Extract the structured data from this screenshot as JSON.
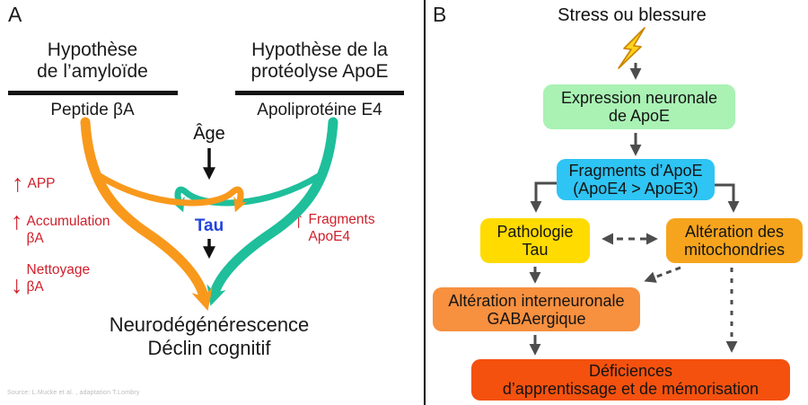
{
  "panel_a": {
    "label": "A",
    "left_hypothesis": {
      "title_line1": "Hypothèse",
      "title_line2": "de l’amyloïde",
      "subtitle": "Peptide βA"
    },
    "right_hypothesis": {
      "title_line1": "Hypothèse de la",
      "title_line2": "protéolyse ApoE",
      "subtitle": "Apoliprotéine E4"
    },
    "age_label": "Âge",
    "tau_label": "Tau",
    "factors": [
      {
        "arrow": "↑",
        "line1": "APP",
        "line2": ""
      },
      {
        "arrow": "↑",
        "line1": "Accumulation",
        "line2": "βA"
      },
      {
        "arrow": "↓",
        "line1": "Nettoyage",
        "line2": "βA"
      },
      {
        "arrow": "↑",
        "line1": "Fragments",
        "line2": "ApoE4"
      }
    ],
    "outcome": {
      "line1": "Neurodégénérescence",
      "line2": "Déclin cognitif"
    },
    "source": "Source: L.Mucke et al. , adaptation T.Lombry",
    "colors": {
      "amyloid_path": "#f8991c",
      "apoe_path": "#1fbf9b",
      "factor_red": "#d1202c",
      "tau_blue": "#2244dd",
      "black_arrow": "#111111"
    }
  },
  "panel_b": {
    "label": "B",
    "title": "Stress ou blessure",
    "boxes": [
      {
        "id": "expression",
        "line1": "Expression neuronale",
        "line2": "de ApoE",
        "color": "#a9f2b4"
      },
      {
        "id": "fragments",
        "line1": "Fragments d’ApoE",
        "line2": "(ApoE4 > ApoE3)",
        "color": "#2ec4f3"
      },
      {
        "id": "tau-pathology",
        "line1": "Pathologie",
        "line2": "Tau",
        "color": "#ffdb00"
      },
      {
        "id": "mitochondria",
        "line1": "Altération des",
        "line2": "mitochondries",
        "color": "#f6a41d"
      },
      {
        "id": "gaba",
        "line1": "Altération interneuronale",
        "line2": "GABAergique",
        "color": "#f7903f"
      },
      {
        "id": "deficits",
        "line1": "Déficiences",
        "line2": "d’apprentissage et de mémorisation",
        "color": "#f4510e"
      }
    ],
    "colors": {
      "arrow_gray": "#4d4d4d",
      "bolt_yellow": "#ffd21c",
      "bolt_outline": "#c98300"
    }
  }
}
